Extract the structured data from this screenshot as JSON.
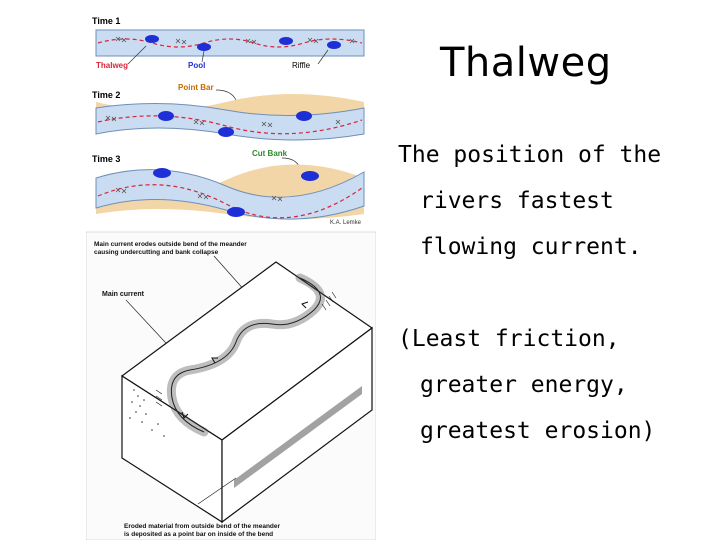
{
  "slide": {
    "title": "Thalweg",
    "definition": "The position of the rivers fastest flowing current.",
    "note": "(Least friction, greater energy, greatest erosion)"
  },
  "figure_top": {
    "time1": "Time 1",
    "time2": "Time 2",
    "time3": "Time 3",
    "thalweg": "Thalweg",
    "pool": "Pool",
    "riffle": "Riffle",
    "point_bar": "Point Bar",
    "cut_bank": "Cut Bank",
    "credit": "K.A. Lemke"
  },
  "figure_bottom": {
    "caption_top_line1": "Main current erodes outside bend of the meander",
    "caption_top_line2": "causing undercutting and bank collapse",
    "main_current": "Main current",
    "caption_bottom_line1": "Eroded material from outside bend of the meander",
    "caption_bottom_line2": "is deposited as a point bar on inside of the bend"
  },
  "colors": {
    "channel": "#c9dcf2",
    "channel_edge": "#6f8fb8",
    "bar": "#f3d6a8",
    "pool": "#1f2fd6",
    "thalweg_line": "#d7263d",
    "label_red": "#d7263d",
    "label_blue": "#1f2fd6",
    "label_green": "#2e8b2e",
    "label_orange": "#c66a00"
  }
}
